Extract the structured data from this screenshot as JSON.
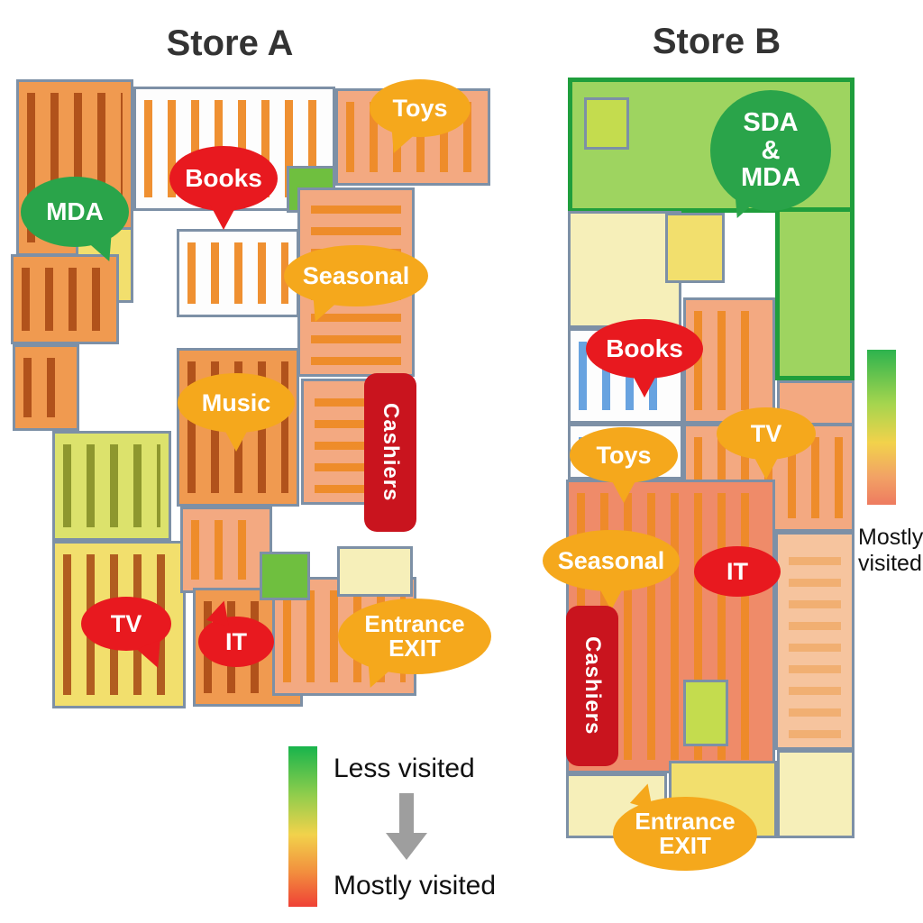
{
  "store_a": {
    "title": "Store A",
    "callouts": {
      "mda": "MDA",
      "books": "Books",
      "toys": "Toys",
      "seasonal": "Seasonal",
      "music": "Music",
      "cashiers": "Cashiers",
      "tv": "TV",
      "it": "IT",
      "entrance": "Entrance\nEXIT"
    }
  },
  "store_b": {
    "title": "Store B",
    "callouts": {
      "sda_mda": "SDA\n&\nMDA",
      "books": "Books",
      "tv": "TV",
      "toys": "Toys",
      "seasonal": "Seasonal",
      "it": "IT",
      "cashiers": "Cashiers",
      "entrance": "Entrance\nEXIT"
    }
  },
  "legend": {
    "less_label": "Less visited",
    "most_label": "Mostly visited",
    "right_most_label": "Mostly visited"
  },
  "colors": {
    "bubble_orange": "#F5A81C",
    "bubble_red": "#E8191F",
    "bubble_green": "#2AA44A",
    "cashiers_red": "#C9141E",
    "heat_less_green": "#18B44C",
    "heat_mid_yellow": "#F2D24B",
    "heat_most_red": "#EF4136",
    "floor_outline": "#7D90A6"
  }
}
